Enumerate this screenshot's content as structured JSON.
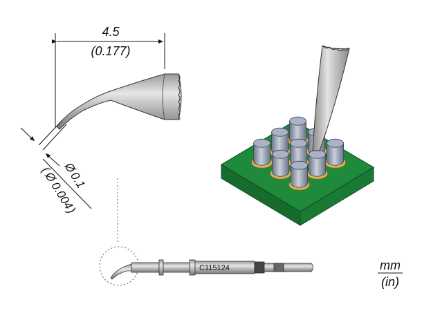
{
  "dimensions": {
    "length_mm": "4.5",
    "length_in": "(0.177)",
    "diameter_mm": "0.1",
    "diameter_in": "0.004",
    "diameter_symbol": "Ø",
    "paren_open": "(",
    "paren_close": ")"
  },
  "part_number": "C115124",
  "units": {
    "primary": "mm",
    "secondary": "(in)"
  },
  "colors": {
    "pcb_green": "#1f8a3b",
    "pcb_edge": "#176b2d",
    "component_gray": "#8a93a6",
    "pad_gold": "#d8b45a",
    "tip_gray": "#b9b9b9"
  }
}
